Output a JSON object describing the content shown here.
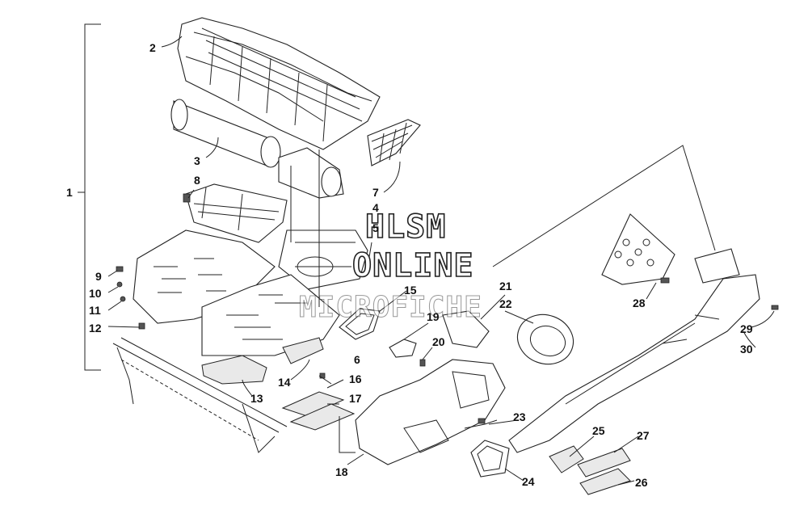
{
  "watermark": {
    "line1": "HLSM",
    "line2": "ONLINE",
    "line3": "MICROFICHE"
  },
  "callouts": {
    "c1": "1",
    "c2": "2",
    "c3": "3",
    "c4": "4",
    "c5": "5",
    "c6": "6",
    "c7": "7",
    "c8": "8",
    "c9": "9",
    "c10": "10",
    "c11": "11",
    "c12": "12",
    "c13": "13",
    "c14": "14",
    "c15": "15",
    "c16": "16",
    "c17": "17",
    "c18": "18",
    "c19": "19",
    "c20": "20",
    "c21": "21",
    "c22": "22",
    "c23": "23",
    "c24": "24",
    "c25": "25",
    "c26": "26",
    "c27": "27",
    "c28": "28",
    "c29": "29",
    "c30": "30"
  }
}
